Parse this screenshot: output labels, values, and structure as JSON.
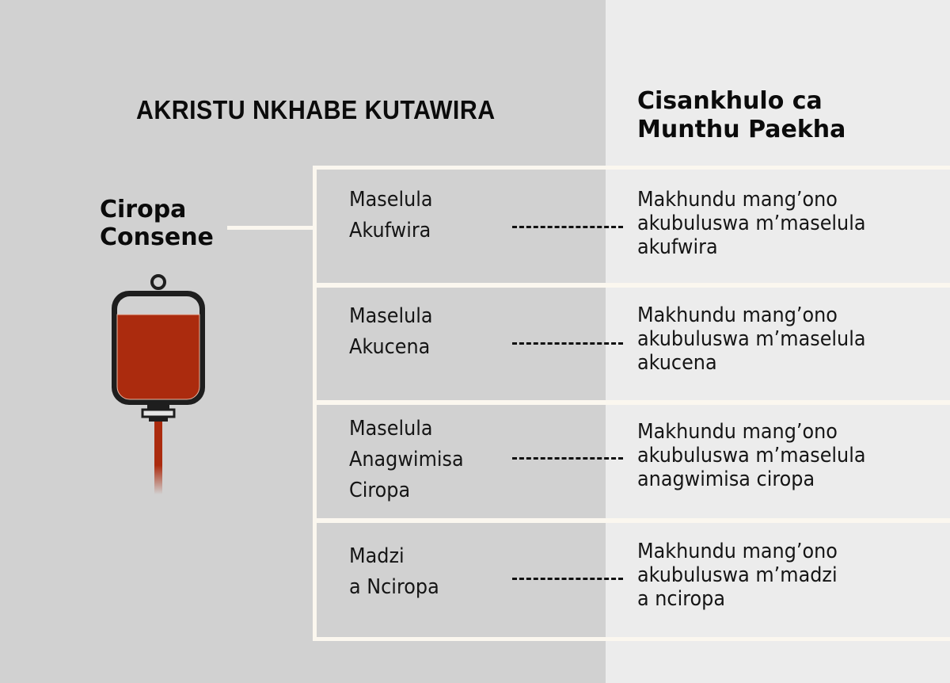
{
  "header": {
    "left_title": "AKRISTU NKHABE KUTAWIRA",
    "right_title_line1": "Cisankhulo ca",
    "right_title_line2": "Munthu Paekha"
  },
  "source": {
    "label_line1": "Ciropa",
    "label_line2": "Consene",
    "icon": "blood-bag-icon"
  },
  "colors": {
    "left_panel": "#d1d1d1",
    "right_panel": "#ececec",
    "frame_lines": "#fbf7ef",
    "blood": "#ab2b0e",
    "bag_outline": "#1e1e1e"
  },
  "rows": [
    {
      "fraction_lines": [
        "Maselula",
        "Akufwira"
      ],
      "description_lines": [
        "Makhundu mang’ono",
        "akubuluswa m’maselula",
        "akufwira"
      ]
    },
    {
      "fraction_lines": [
        "Maselula",
        "Akucena"
      ],
      "description_lines": [
        "Makhundu mang’ono",
        "akubuluswa m’maselula",
        "akucena"
      ]
    },
    {
      "fraction_lines": [
        "Maselula",
        "Anagwimisa",
        "Ciropa"
      ],
      "description_lines": [
        "Makhundu mang’ono",
        "akubuluswa m’maselula",
        "anagwimisa ciropa"
      ]
    },
    {
      "fraction_lines": [
        "Madzi",
        "a Nciropa"
      ],
      "description_lines": [
        "Makhundu mang’ono",
        "akubuluswa m’madzi",
        "a nciropa"
      ]
    }
  ]
}
